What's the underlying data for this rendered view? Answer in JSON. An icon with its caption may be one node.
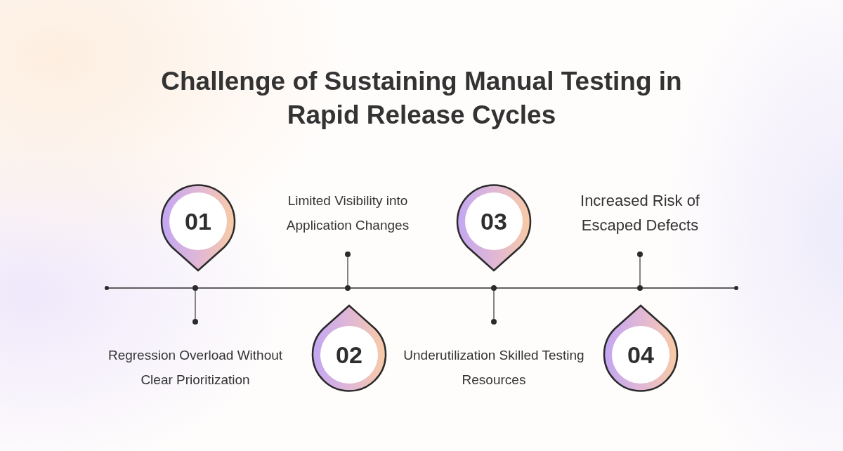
{
  "diagram": {
    "title": "Challenge of Sustaining Manual Testing in Rapid Release Cycles",
    "nodes": [
      {
        "text": [
          "01"
        ]
      },
      {
        "text": [
          "Limited Visibility into Application Changes"
        ]
      },
      {
        "text": [
          "03"
        ]
      },
      {
        "text": [
          "Increased Risk of Escaped Defects"
        ]
      },
      {
        "text": [],
        "shape": "bar"
      },
      {
        "text": [
          "Regression Overload Without Clear Prioritization"
        ]
      },
      {
        "text": [
          "02"
        ]
      },
      {
        "text": [
          "Underutilization Skilled Testing Resources"
        ]
      },
      {
        "text": [
          "04"
        ]
      }
    ],
    "edges": [
      {
        "from": 1,
        "to": 4,
        "arrow": "other"
      },
      {
        "from": 3,
        "to": 4,
        "arrow": "other"
      },
      {
        "from": 5,
        "to": 4,
        "arrow": "other"
      },
      {
        "from": 7,
        "to": 4,
        "arrow": "other"
      }
    ]
  }
}
